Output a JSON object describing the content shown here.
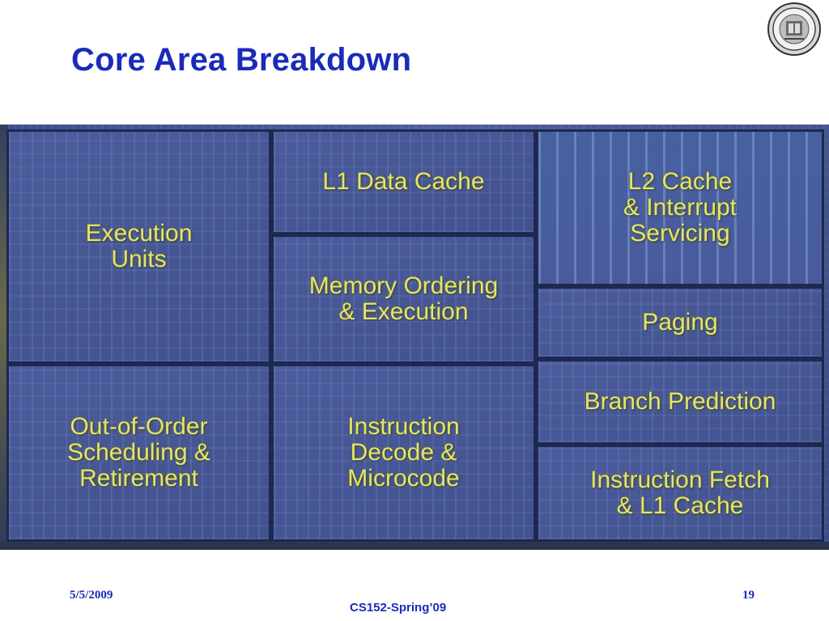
{
  "slide": {
    "title": "Core Area Breakdown",
    "footer": {
      "date": "5/5/2009",
      "course": "CS152-Spring’09",
      "page_number": "19"
    }
  },
  "die_photo": {
    "blocks": [
      {
        "label": "Execution\nUnits"
      },
      {
        "label": "L1 Data Cache"
      },
      {
        "label": "L2 Cache\n& Interrupt\nServicing"
      },
      {
        "label": "Memory Ordering\n& Execution"
      },
      {
        "label": "Paging"
      },
      {
        "label": "Out-of-Order\nScheduling &\nRetirement"
      },
      {
        "label": "Instruction\nDecode &\nMicrocode"
      },
      {
        "label": "Branch Prediction"
      },
      {
        "label": "Instruction Fetch\n& L1 Cache"
      }
    ],
    "label_color": "#e6e46a",
    "border_color": "#1e2850"
  },
  "logo": {
    "icon": "university-seal-icon"
  }
}
